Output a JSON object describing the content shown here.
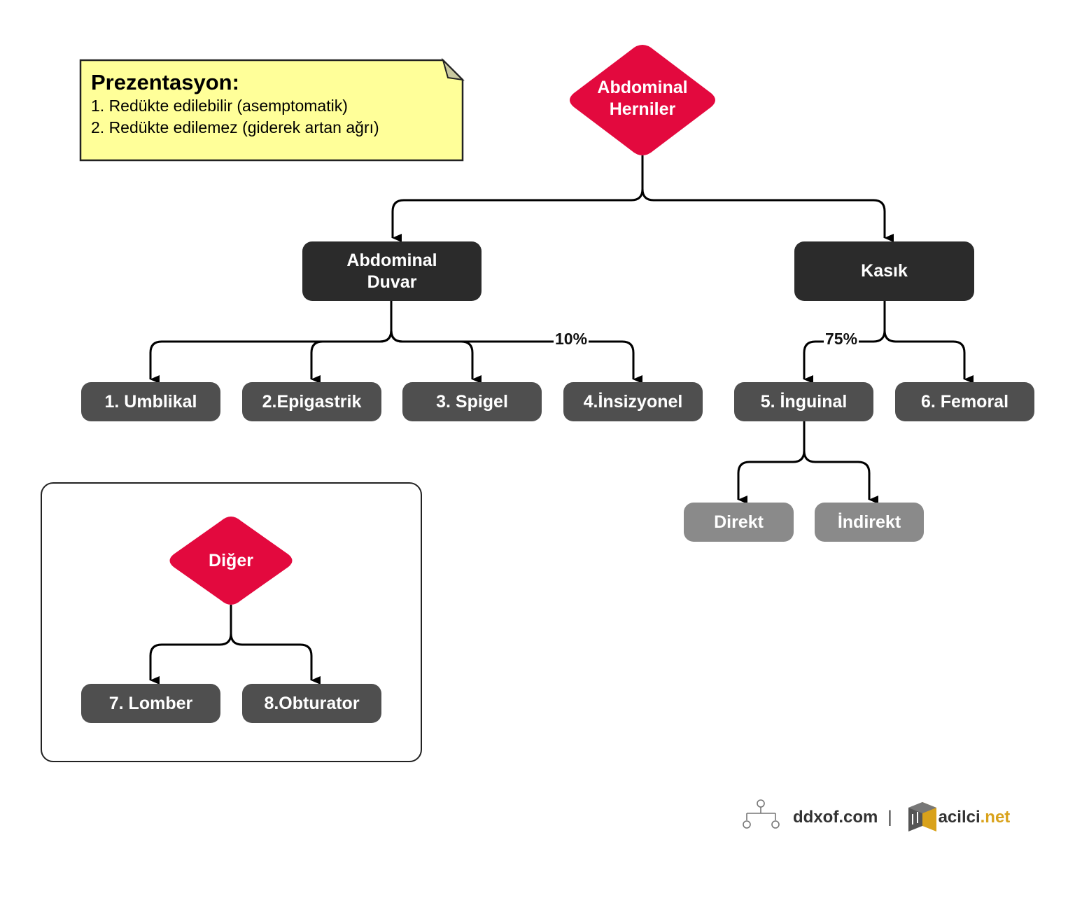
{
  "note": {
    "title": "Prezentasyon:",
    "lines": [
      "1. Redükte edilebilir (asemptomatik)",
      "2. Redükte edilemez (giderek artan ağrı)"
    ]
  },
  "root": "Abdominal Herniler",
  "branches": {
    "abdominal_duvar": "Abdominal Duvar",
    "kasik": "Kasık"
  },
  "duvar_children": [
    "1. Umblikal",
    "2.Epigastrik",
    "3. Spigel",
    "4.İnsizyonel"
  ],
  "kasik_children": [
    "5. İnguinal",
    "6. Femoral"
  ],
  "inguinal_children": [
    "Direkt",
    "İndirekt"
  ],
  "edge_labels": {
    "insizyonel": "10%",
    "inguinal": "75%"
  },
  "other": {
    "title": "Diğer",
    "children": [
      "7. Lomber",
      "8.Obturator"
    ]
  },
  "footer": {
    "ddxof": "ddxof.com",
    "separator": "|",
    "acilci_name": "acilci",
    "acilci_tld": ".net"
  },
  "colors": {
    "diamond": "#e3093e",
    "dark": "#2b2b2b",
    "mid": "#4f4f4f",
    "light": "#8a8a8a",
    "note": "#ffff99"
  }
}
